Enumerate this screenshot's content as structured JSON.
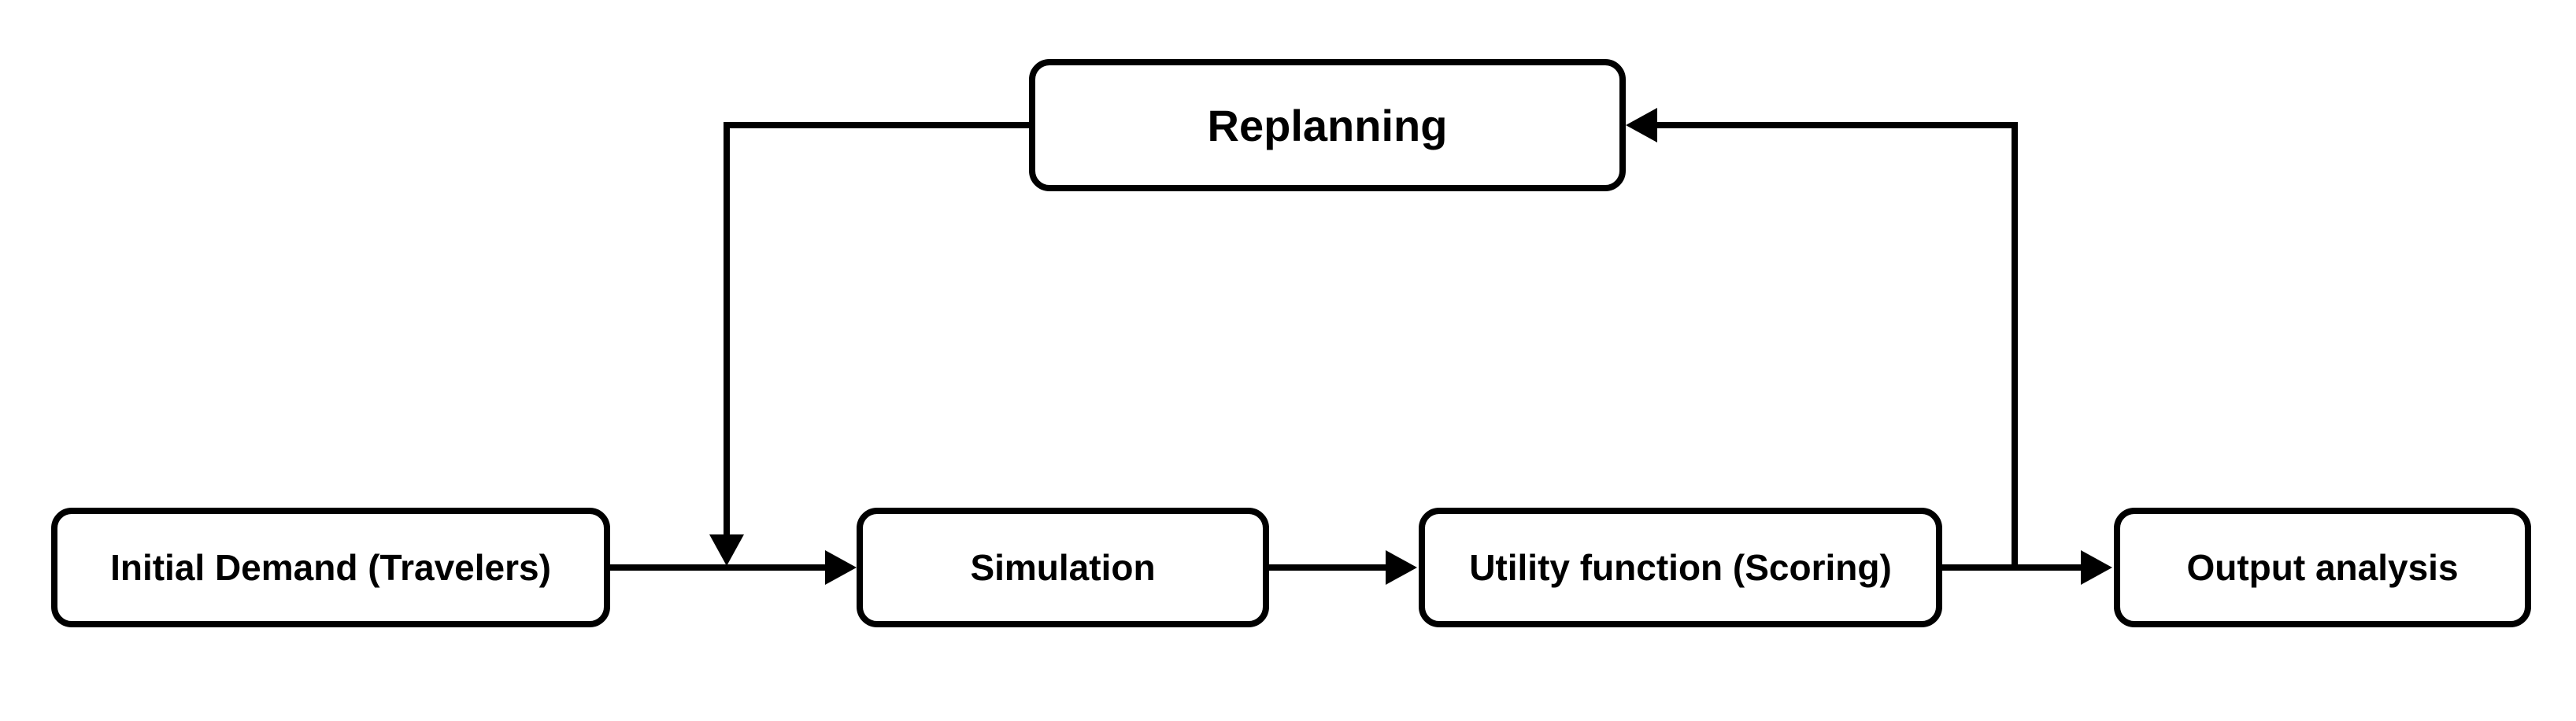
{
  "diagram": {
    "type": "flowchart",
    "background_color": "#ffffff",
    "stroke_color": "#000000",
    "text_color": "#000000",
    "nodes": {
      "replanning": {
        "label": "Replanning"
      },
      "initial_demand": {
        "label": "Initial Demand (Travelers)"
      },
      "simulation": {
        "label": "Simulation"
      },
      "utility_function": {
        "label": "Utility function (Scoring)"
      },
      "output_analysis": {
        "label": "Output analysis"
      }
    },
    "edges": [
      {
        "from": "initial_demand",
        "to": "simulation",
        "style": "arrow-right"
      },
      {
        "from": "simulation",
        "to": "utility_function",
        "style": "arrow-right"
      },
      {
        "from": "utility_function",
        "to": "output_analysis",
        "style": "arrow-right"
      },
      {
        "from": "utility_function_output_junction",
        "to": "replanning",
        "style": "up-then-left-arrow"
      },
      {
        "from": "replanning",
        "to": "simulation_input_arrow",
        "style": "left-then-down-arrow"
      }
    ]
  }
}
